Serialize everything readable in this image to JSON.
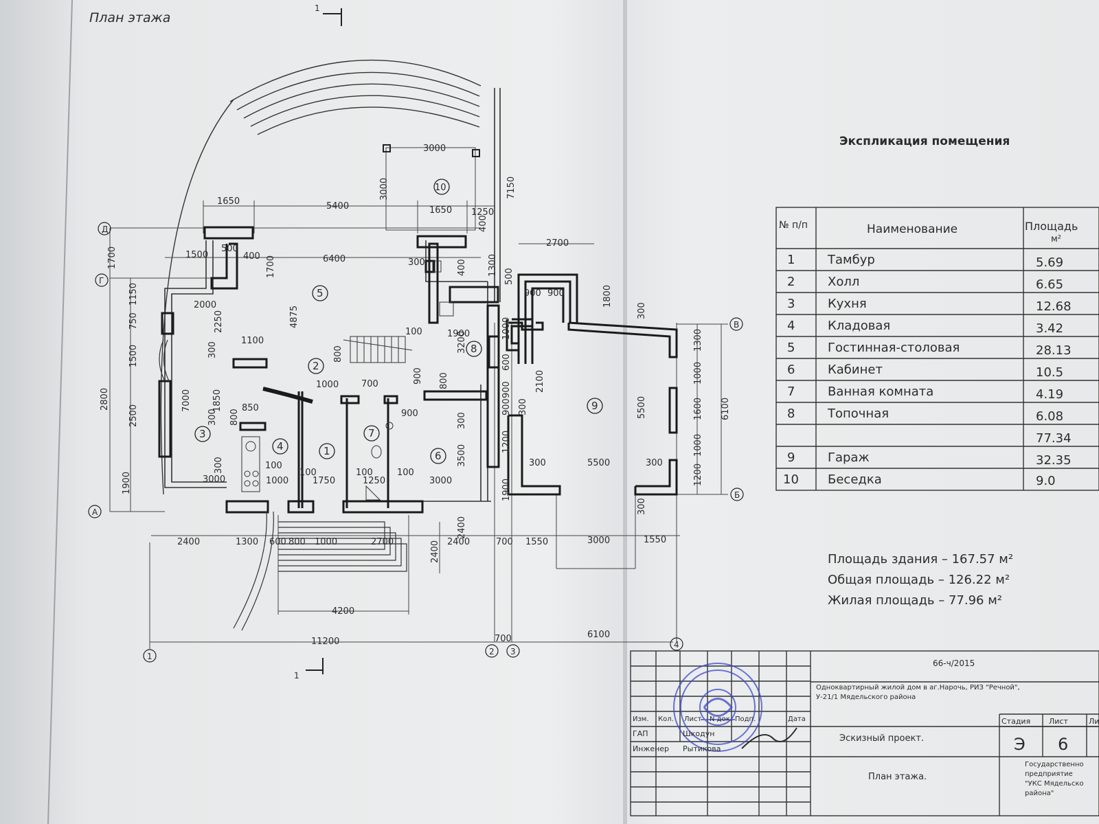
{
  "sheet_title": "План этажа",
  "section_mark": "1",
  "explication": {
    "title": "Экспликация помещения",
    "headers": {
      "num": "№ п/п",
      "name": "Наименование",
      "area": "Площадь",
      "unit": "м²"
    },
    "rows": [
      {
        "num": "1",
        "name": "Тамбур",
        "area": "5.69"
      },
      {
        "num": "2",
        "name": "Холл",
        "area": "6.65"
      },
      {
        "num": "3",
        "name": "Кухня",
        "area": "12.68"
      },
      {
        "num": "4",
        "name": "Кладовая",
        "area": "3.42"
      },
      {
        "num": "5",
        "name": "Гостинная-столовая",
        "area": "28.13"
      },
      {
        "num": "6",
        "name": "Кабинет",
        "area": "10.5"
      },
      {
        "num": "7",
        "name": "Ванная комната",
        "area": "4.19"
      },
      {
        "num": "8",
        "name": "Топочная",
        "area": "6.08"
      },
      {
        "num": "",
        "name": "",
        "area": "77.34"
      },
      {
        "num": "9",
        "name": "Гараж",
        "area": "32.35"
      },
      {
        "num": "10",
        "name": "Беседка",
        "area": "9.0"
      }
    ]
  },
  "totals": {
    "building": "Площадь здания – 167.57 м²",
    "total": "Общая площадь – 126.22 м²",
    "living": "Жилая площадь – 77.96 м²"
  },
  "title_block": {
    "code": "66-ч/2015",
    "project": "Одноквартирный жилой дом в аг.Нарочь, РИЗ \"Речной\",",
    "project_line2": "У-21/1 Мядельского района",
    "col_headers": [
      "Изм.",
      "Кол.",
      "Лист",
      "N док.",
      "Подп.",
      "Дата"
    ],
    "roles": [
      {
        "role": "ГАП",
        "name": "Шкодун"
      },
      {
        "role": "Инженер",
        "name": "Рытикова"
      }
    ],
    "stage_label": "Стадия",
    "sheet_label": "Лист",
    "sheets_label": "Ли",
    "stage_value": "Э",
    "sheet_value": "6",
    "doc_name": "Эскизный проект.",
    "sheet_name": "План этажа.",
    "org_line1": "Государственно",
    "org_line2": "предприятие",
    "org_line3": "\"УКС Мядельско",
    "org_line4": "района\""
  },
  "room_markers": [
    "1",
    "2",
    "3",
    "4",
    "5",
    "6",
    "7",
    "8",
    "9",
    "10"
  ],
  "axis_markers": [
    "1",
    "2",
    "3",
    "4",
    "А",
    "Б",
    "В",
    "Г",
    "Д"
  ],
  "dimensions": {
    "d1650a": "1650",
    "d5400": "5400",
    "d1650b": "1650",
    "d1250": "1250",
    "d3000top": "3000",
    "d3000v": "3000",
    "d7150": "7150",
    "d400a": "400",
    "d1500": "1500",
    "d500": "500",
    "d400b": "400",
    "d6400": "6400",
    "d1700a": "1700",
    "d300a": "300",
    "d400c": "400",
    "d1300": "1300",
    "d500b": "500",
    "d2700": "2700",
    "d2000": "2000",
    "d2250": "2250",
    "d4875": "4875",
    "d900a": "900",
    "d900b": "900",
    "d1800": "1800",
    "d1100": "1100",
    "d100": "100",
    "d1900": "1900",
    "d3200": "3200",
    "d800a": "800",
    "d1000v": "1000",
    "d300b": "300",
    "d900c": "900",
    "d1000a": "1000",
    "d700": "700",
    "d800b": "800",
    "d900d": "900",
    "d600": "600",
    "d900e": "900",
    "d2100": "2100",
    "d850": "850",
    "d1850": "1850",
    "d7000": "7000",
    "d300c": "300",
    "d800c": "800",
    "d900f": "900",
    "d300d": "300",
    "d1200": "1200",
    "d3500": "3500",
    "d300e": "300",
    "d5500h": "5500",
    "d300f": "300",
    "d5500v": "5500",
    "d300g": "300",
    "d100b": "100",
    "d3000b": "3000",
    "d1000b": "1000",
    "d100c": "100",
    "d1750": "1750",
    "d1250b": "1250",
    "d100d": "100",
    "d3000c": "3000",
    "d1900b": "1900",
    "d2400a": "2400",
    "d1300b": "1300",
    "d600b": "600",
    "d800d": "800",
    "d1000c": "1000",
    "d2700b": "2700",
    "d2400b": "2400",
    "d2400c": "2400",
    "d700b": "700",
    "d1550a": "1550",
    "d3000d": "3000",
    "d1550b": "1550",
    "d4200": "4200",
    "d11200": "11200",
    "d700c": "700",
    "d6100": "6100",
    "d6100v": "6100",
    "d2400v": "2400",
    "d1300r": "1300",
    "d1000r": "1000",
    "d1600r": "1600",
    "d1000r2": "1000",
    "d1200r": "1200",
    "d300r": "300",
    "l1700": "1700",
    "l1150": "1150",
    "l750": "750",
    "l1500": "1500",
    "l2800": "2800",
    "l2500": "2500",
    "l1900": "1900",
    "d300h": "300",
    "d300i": "300"
  }
}
